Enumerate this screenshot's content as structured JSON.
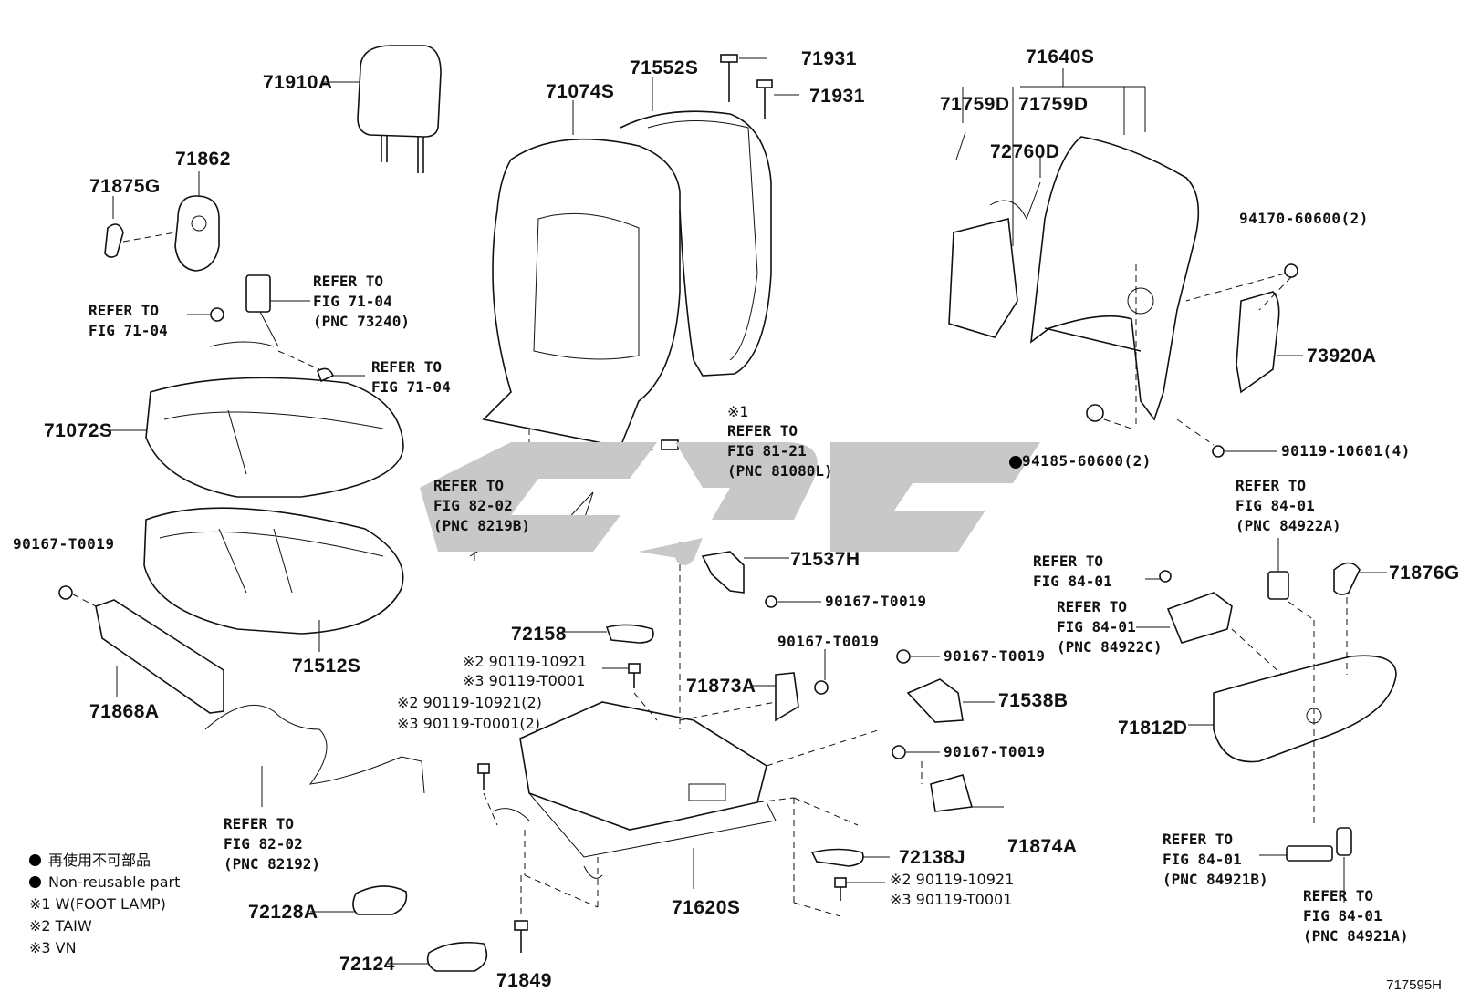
{
  "labels": {
    "p71910A": "71910A",
    "p71862": "71862",
    "p71875G": "71875G",
    "p71074S": "71074S",
    "p71552S": "71552S",
    "p71931a": "71931",
    "p71931b": "71931",
    "p71640S": "71640S",
    "p71759Da": "71759D",
    "p71759Db": "71759D",
    "p72760D": "72760D",
    "p94170": "94170-60600(2)",
    "p73920A": "73920A",
    "p94185": "94185-60600(2)",
    "p90119_10601": "90119-10601(4)",
    "p71072S": "71072S",
    "p90167_left": "90167-T0019",
    "p71868A": "71868A",
    "p71512S": "71512S",
    "p71537H": "71537H",
    "p90167_b": "90167-T0019",
    "p90167_c": "90167-T0019",
    "p90167_d": "90167-T0019",
    "p90167_e": "90167-T0019",
    "p72158": "72158",
    "p71873A": "71873A",
    "p71538B": "71538B",
    "p71812D": "71812D",
    "p71876G": "71876G",
    "p71874A": "71874A",
    "p72138J": "72138J",
    "p72128A": "72128A",
    "p72124": "72124",
    "p71849": "71849",
    "p71620S": "71620S"
  },
  "refs": {
    "r_belt_buckle": "REFER TO\nFIG 71-04\n(PNC 73240)",
    "r_left_7104": "REFER TO\nFIG 71-04",
    "r_mid_7104": "REFER TO\nFIG 71-04",
    "r_foot_lamp": "REFER TO\nFIG 81-21\n(PNC 81080L)",
    "r_wire_8219B": "REFER TO\nFIG 82-02\n(PNC 8219B)",
    "r_wire_82192": "REFER TO\nFIG 82-02\n(PNC 82192)",
    "r_84922A": "REFER TO\nFIG 84-01\n(PNC 84922A)",
    "r_8401_plain": "REFER TO\nFIG 84-01",
    "r_84922C": "REFER TO\nFIG 84-01\n(PNC 84922C)",
    "r_84921B": "REFER TO\nFIG 84-01\n(PNC 84921B)",
    "r_84921A": "REFER TO\nFIG 84-01\n(PNC 84921A)"
  },
  "marks": {
    "m1": "※1",
    "m_a1": "※2 90119-10921",
    "m_a2": "※3 90119-T0001",
    "m_b1": "※2 90119-10921(2)",
    "m_b2": "※3 90119-T0001(2)",
    "m_c1": "※2 90119-10921",
    "m_c2": "※3 90119-T0001"
  },
  "legend": {
    "line1": "再使用不可部品",
    "line2": "Non-reusable part",
    "line3": "※1 W(FOOT LAMP)",
    "line4": "※2 TAIW",
    "line5": "※3 VN"
  },
  "figure_code": "717595H",
  "colors": {
    "ink": "#111111",
    "watermark": "#c8c8c8"
  }
}
